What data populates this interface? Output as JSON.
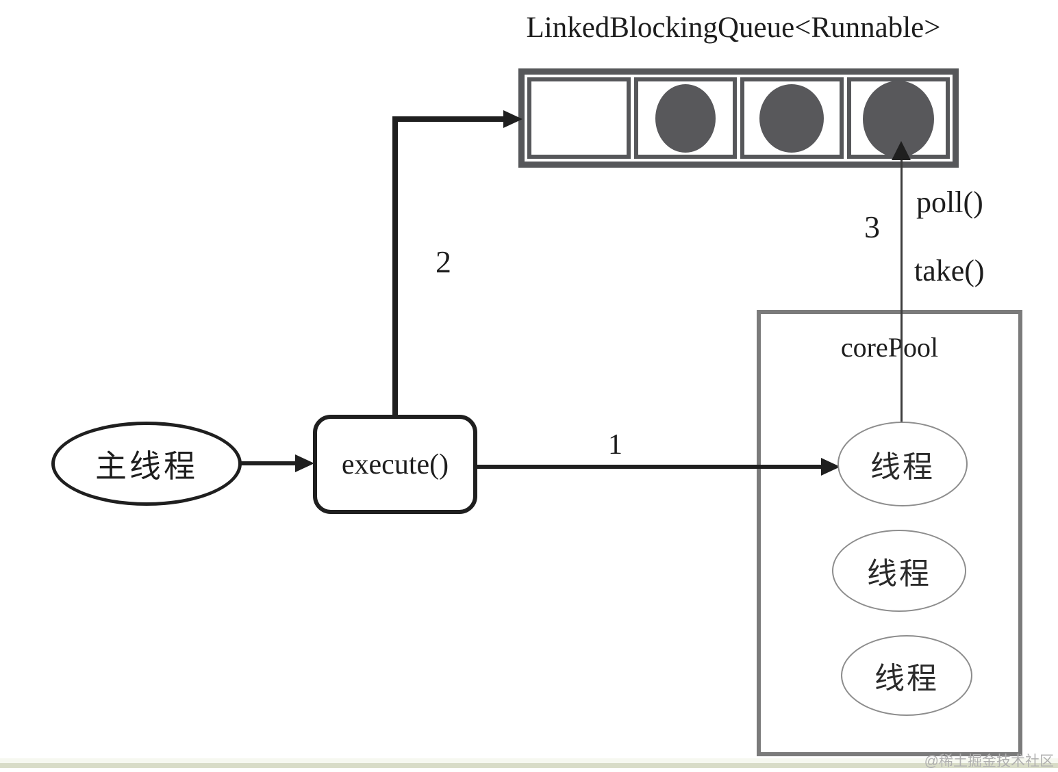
{
  "diagram": {
    "title": "LinkedBlockingQueue<Runnable>",
    "queue": {
      "cells": [
        {
          "filled": false
        },
        {
          "filled": true
        },
        {
          "filled": true
        },
        {
          "filled": true
        }
      ]
    },
    "main_thread": {
      "label": "主线程"
    },
    "execute": {
      "label": "execute()"
    },
    "core_pool": {
      "label": "corePool",
      "threads": [
        {
          "label": "线程"
        },
        {
          "label": "线程"
        },
        {
          "label": "线程"
        }
      ]
    },
    "arrows": {
      "step1_label": "1",
      "step2_label": "2",
      "step3_label": "3",
      "poll_label": "poll()",
      "take_label": "take()"
    },
    "watermark": "@稀土掘金技术社区",
    "colors": {
      "line_black": "#1f1f1f",
      "queue_border_gray": "#56575a",
      "task_circle_fill": "#58585b",
      "pool_border_gray": "#7b7b7b",
      "thread_border_gray": "#8d8d8d",
      "watermark_gray": "#b0b0b0",
      "bottom_bar_green": "#d8dcc7"
    }
  }
}
